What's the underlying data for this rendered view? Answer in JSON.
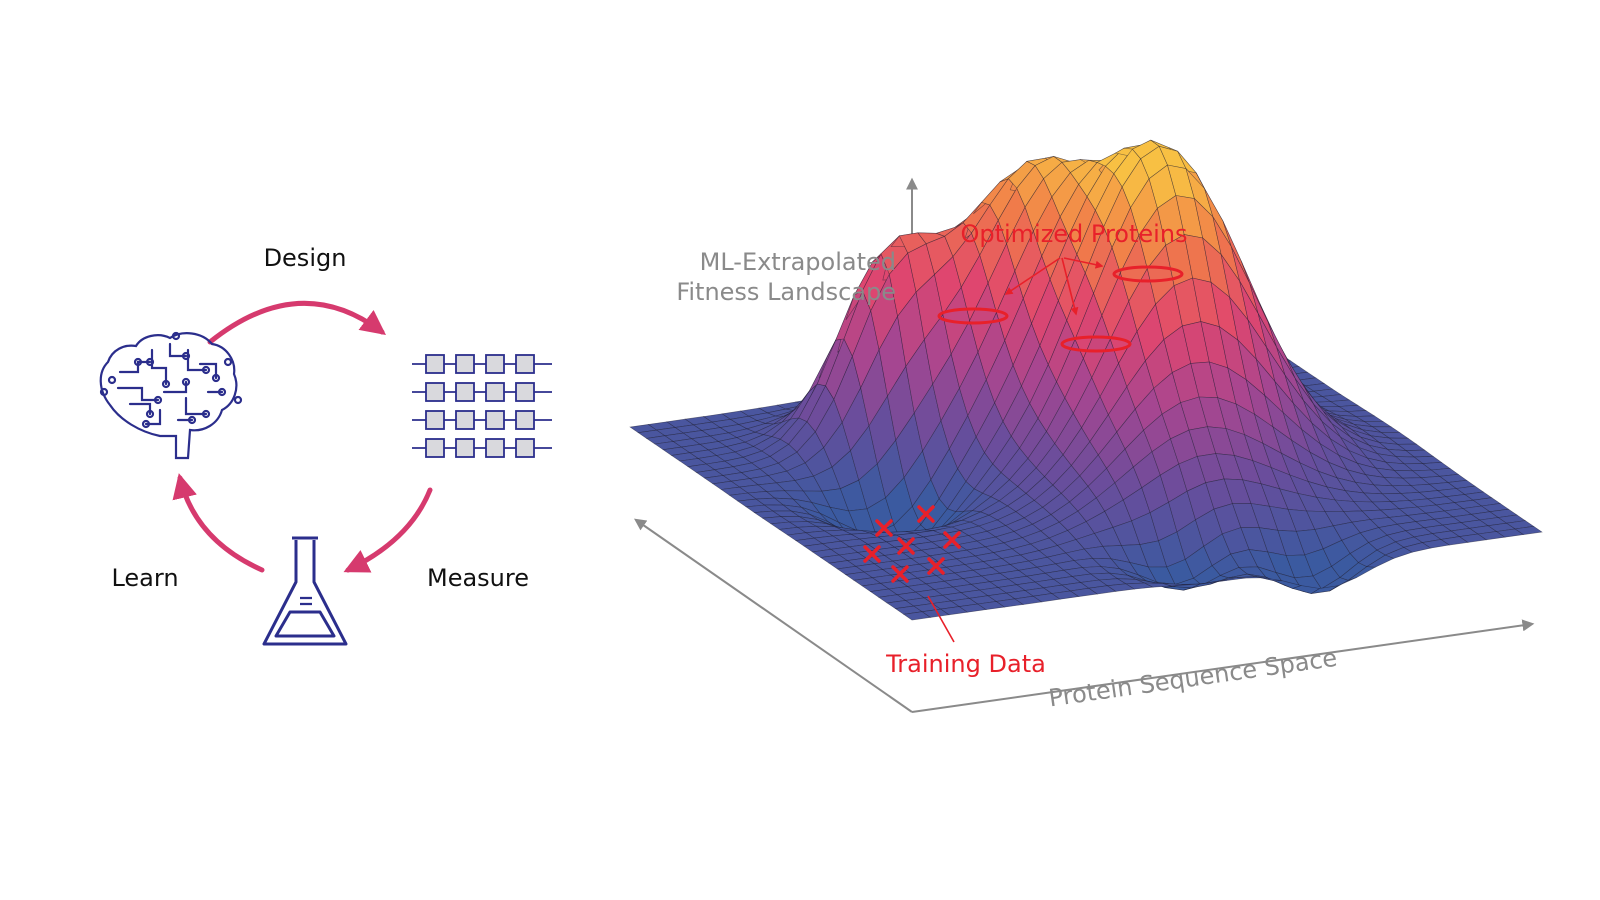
{
  "cycle": {
    "stages": {
      "design": "Design",
      "measure": "Measure",
      "learn": "Learn"
    },
    "icons": {
      "design": "circuit-brain-icon",
      "measure": "sequence-array-icon",
      "learn": "erlenmeyer-flask-icon"
    },
    "arrow_color": "#d63a6e",
    "icon_color": "#2b2e8c"
  },
  "landscape": {
    "axis_z_label_line1": "ML-Extrapolated",
    "axis_z_label_line2": "Fitness Landscape",
    "axis_x_label": "Protein Sequence Space",
    "peaks_label": "Optimized Proteins",
    "training_label": "Training Data",
    "annotation_color": "#e8202a",
    "axis_color": "#8a8a8a",
    "surface_palette": [
      "#3b5aa0",
      "#6a4d9c",
      "#a84690",
      "#e0466e",
      "#f07a4a",
      "#f8c043"
    ]
  }
}
